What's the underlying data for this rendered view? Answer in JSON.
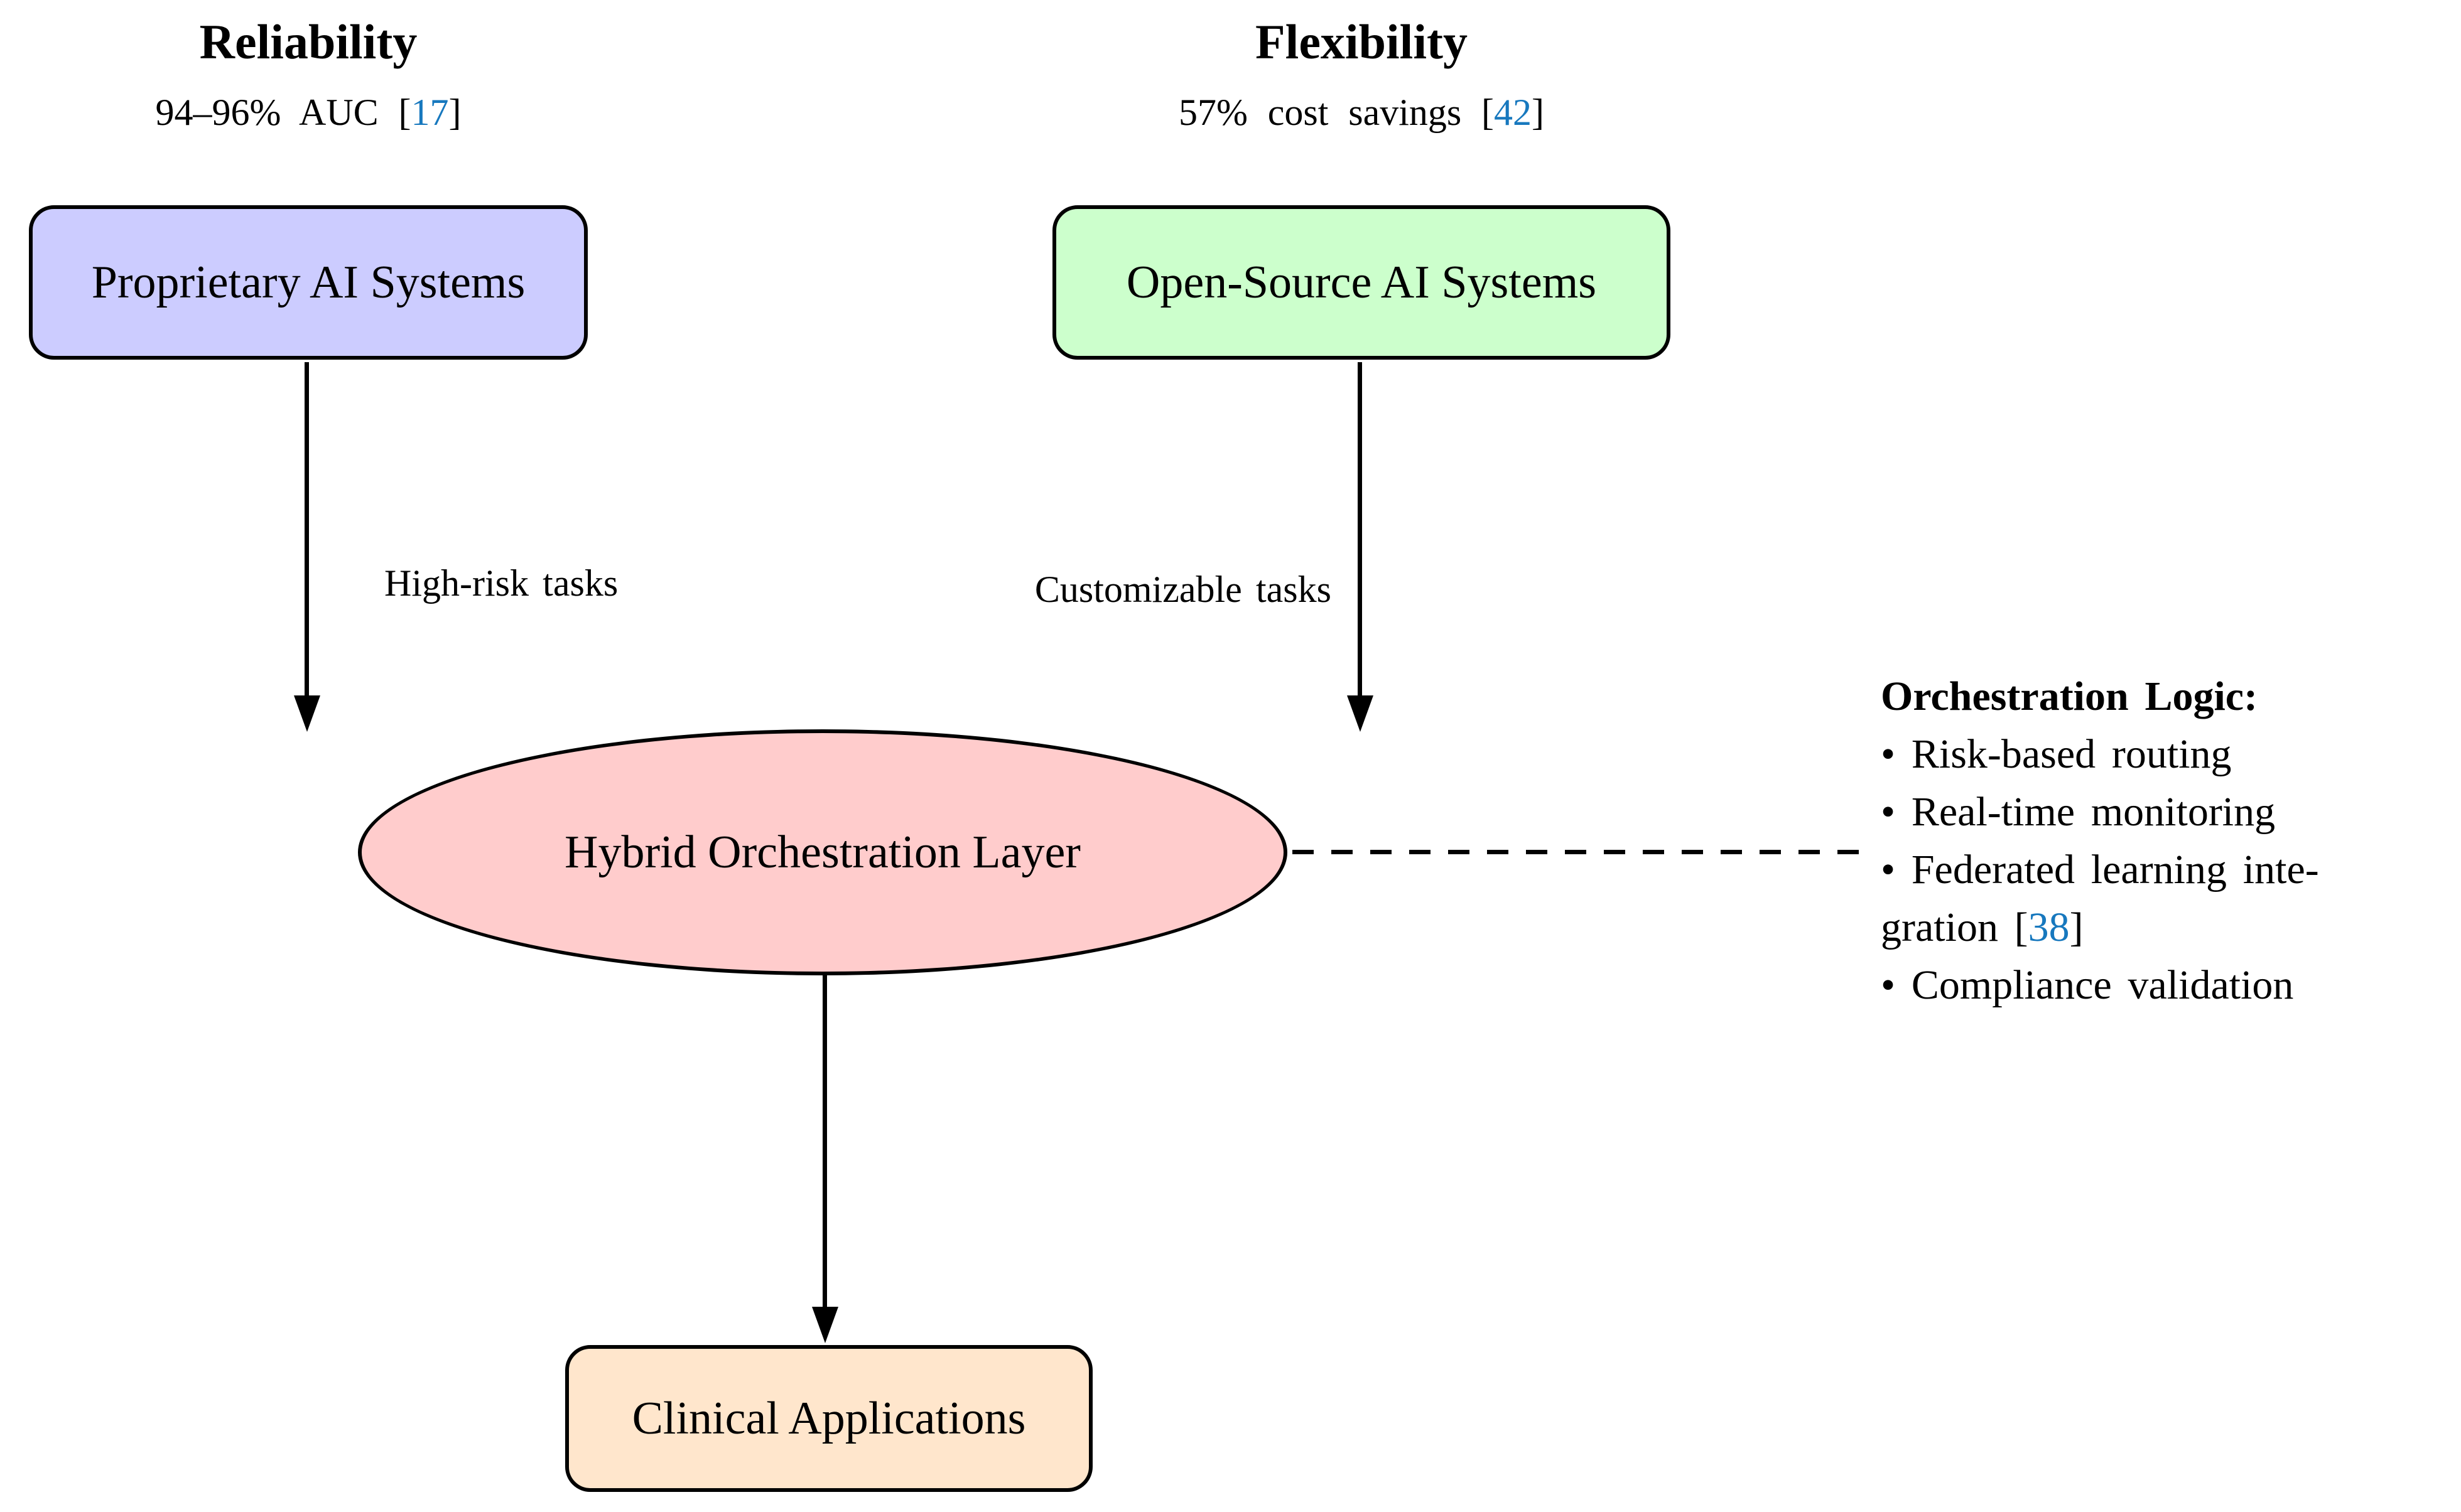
{
  "figure": {
    "background": "#FFFFFF"
  },
  "left_column": {
    "heading": "Reliability",
    "metric_pre": "94–96% AUC [",
    "metric_cite": "17",
    "metric_post": "]",
    "box_label": "Proprietary AI Systems",
    "box_fill": "#CCCCFF",
    "edge_label": "High-risk tasks"
  },
  "right_column": {
    "heading": "Flexibility",
    "metric_pre": "57% cost savings [",
    "metric_cite": "42",
    "metric_post": "]",
    "box_label": "Open-Source AI Systems",
    "box_fill": "#CCFFCC",
    "edge_label": "Customizable tasks"
  },
  "hub": {
    "label": "Hybrid Orchestration Layer",
    "fill": "#FFCCCC"
  },
  "orchestration_note": {
    "title": "Orchestration Logic:",
    "bullet_1": "• Risk-based routing",
    "bullet_2": "• Real-time monitoring",
    "bullet_3_line1": "• Federated learning inte-",
    "bullet_3_line2_pre": "gration [",
    "bullet_3_cite": "38",
    "bullet_3_line2_post": "]",
    "bullet_4": "• Compliance validation"
  },
  "output_node": {
    "box_label": "Clinical Applications",
    "box_fill": "#FFE6CC"
  },
  "colors": {
    "citation_link": "#1778BE",
    "stroke": "#000000"
  }
}
